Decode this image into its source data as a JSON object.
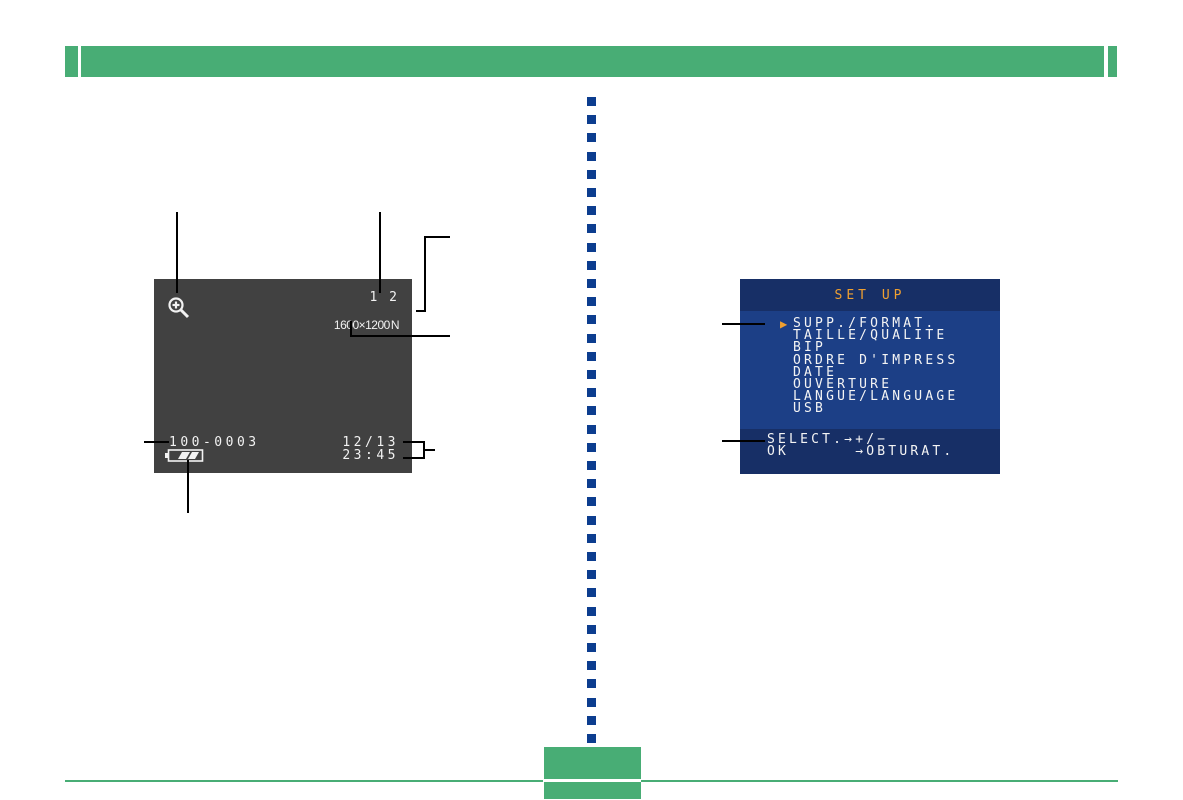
{
  "colors": {
    "header_green": "#48ad75",
    "divider_navy": "#0c3d8f",
    "lcd_background": "#414141",
    "setup_background": "#1c3f86",
    "setup_title_color": "#f0a030"
  },
  "playback_screen": {
    "zoom_icon": "zoom-in-icon",
    "image_count": "1 2",
    "image_size": "1600×1200",
    "quality": "N",
    "file_number": "100-0003",
    "date": "12/13",
    "time": "23:45",
    "battery_icon": "battery-icon",
    "battery_level": "full"
  },
  "setup_menu": {
    "title": "SET UP",
    "cursor": "▶",
    "items": [
      "SUPP./FORMAT.",
      "TAILLE/QUALITE",
      "BIP",
      "ORDRE D'IMPRESS",
      "DATE",
      "OUVERTURE",
      "LANGUE/LANGUAGE",
      "USB"
    ],
    "footer": [
      "SELECT.→+/−",
      "OK      →OBTURAT."
    ]
  }
}
